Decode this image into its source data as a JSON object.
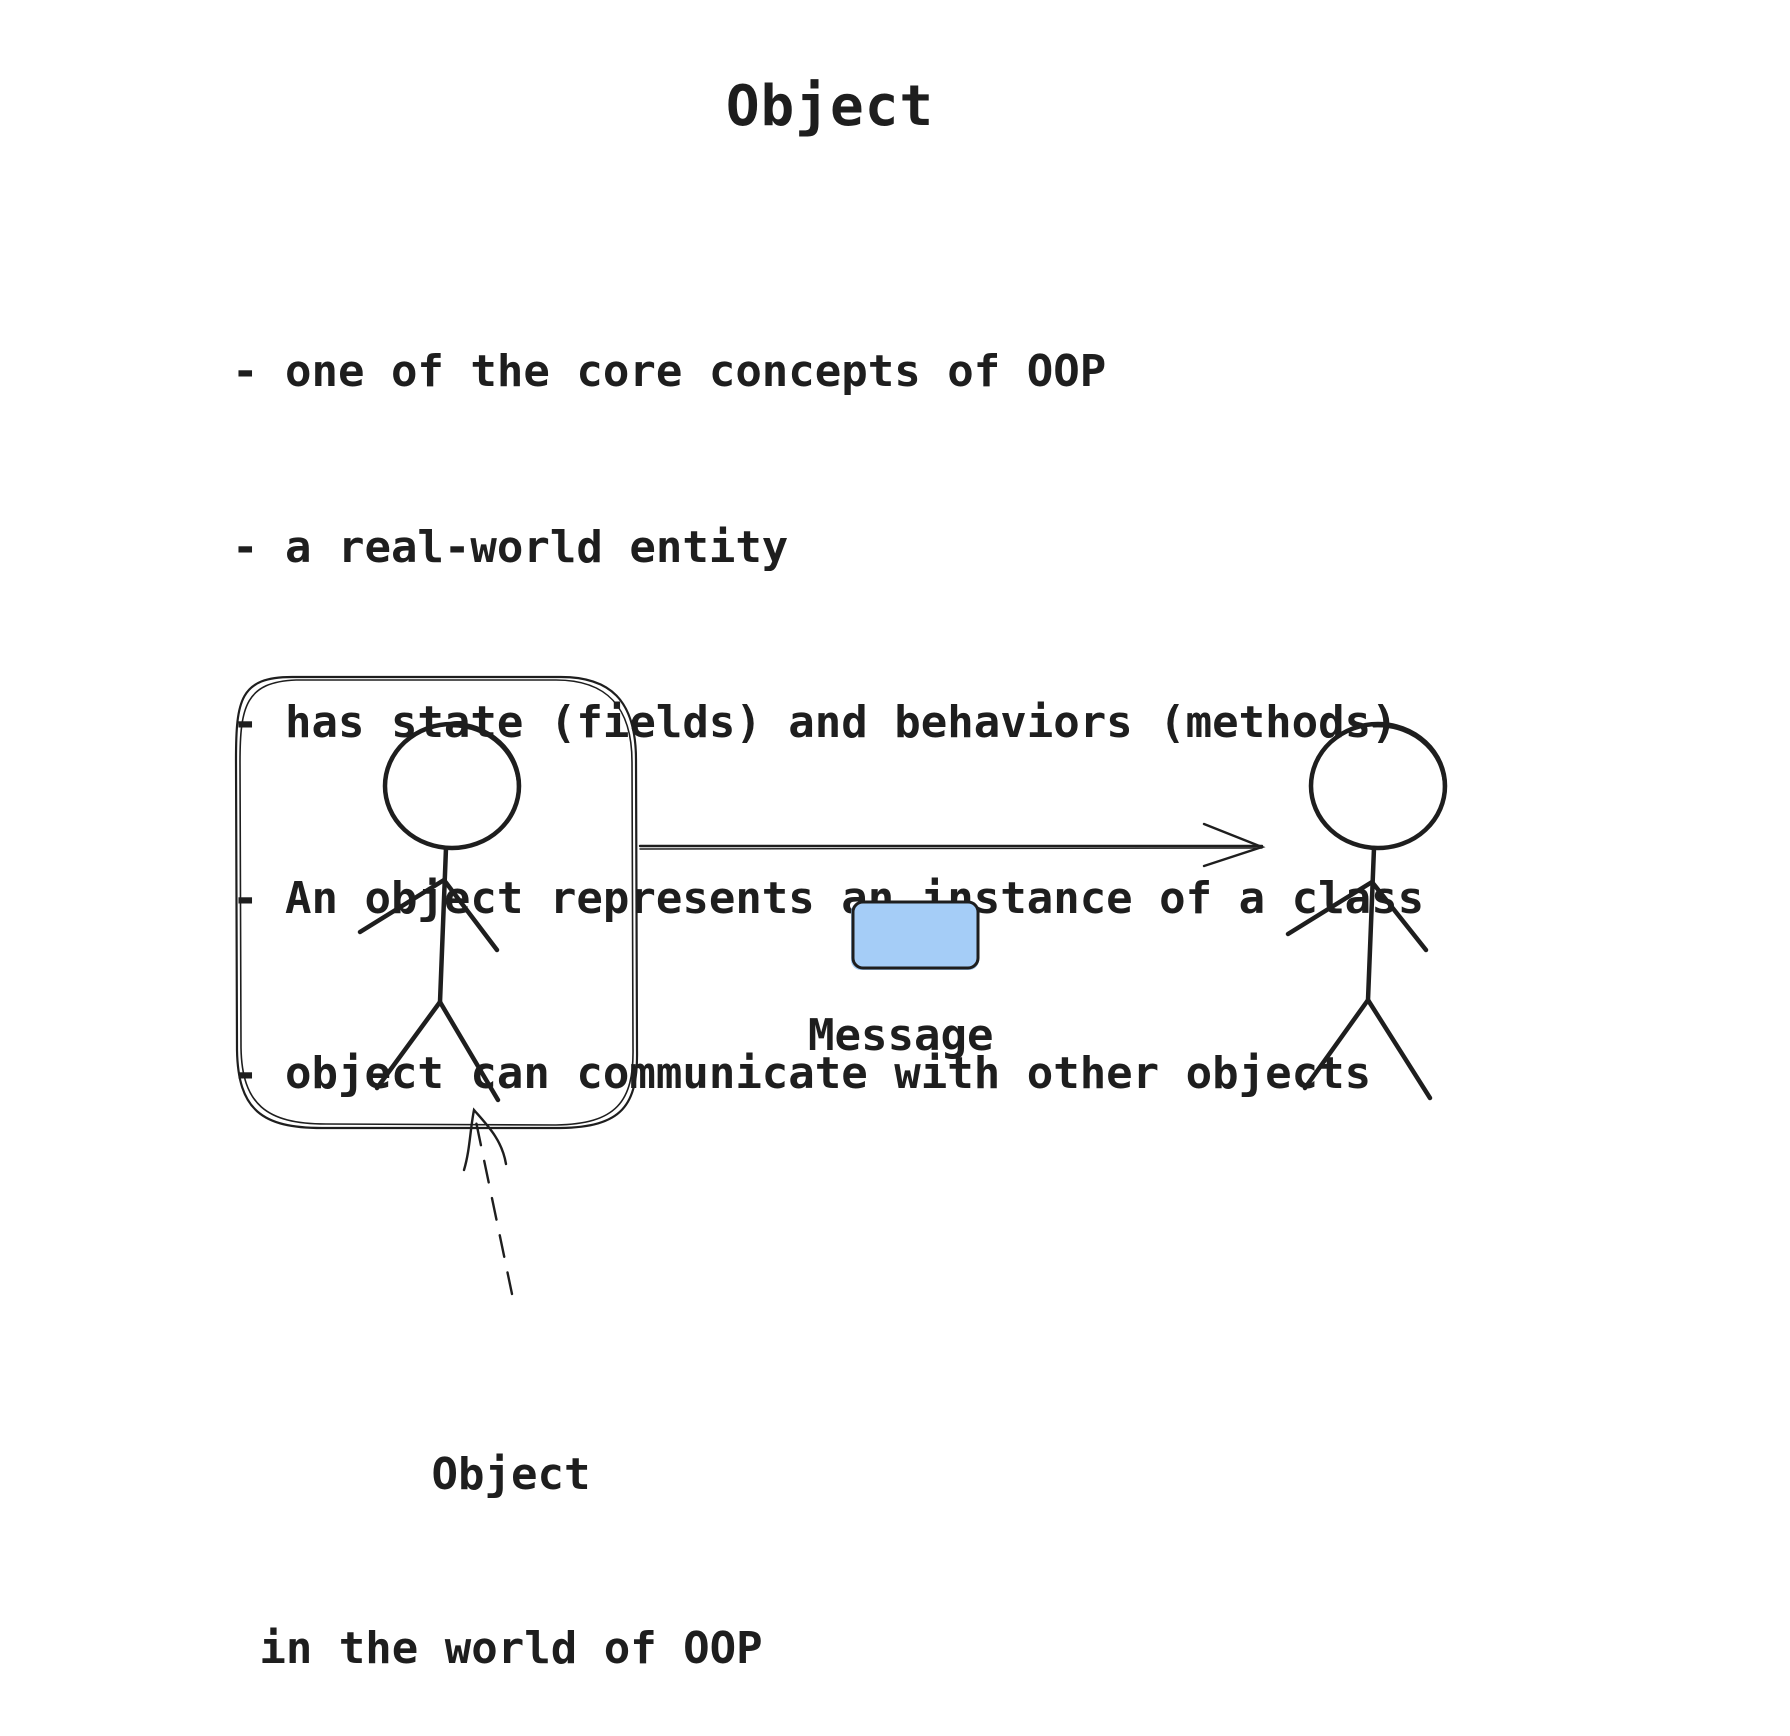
{
  "title": "Object",
  "bullets": [
    "one of the core concepts of OOP",
    "a real-world entity",
    "has state (fields) and behaviors (methods)",
    "An object represents an instance of a class",
    "object can communicate with other objects"
  ],
  "diagram": {
    "message_label": "Message",
    "caption_line1": "Object",
    "caption_line2": "in the world of OOP",
    "colors": {
      "stroke": "#1e1e1e",
      "message_fill": "#a5cdf7"
    },
    "icons": [
      "stick-figure-icon",
      "stick-figure-icon",
      "message-envelope-icon"
    ]
  }
}
